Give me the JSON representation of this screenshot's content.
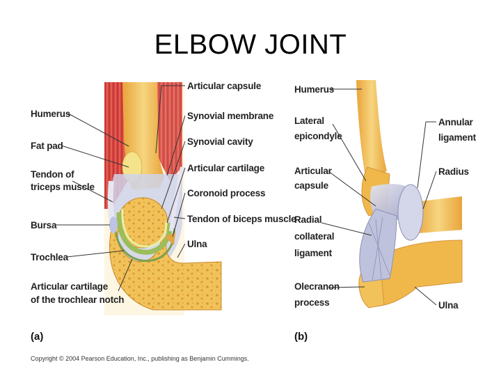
{
  "title": "ELBOW JOINT",
  "panel_a": {
    "letter": "(a)",
    "left_labels": [
      {
        "id": "humerus",
        "lines": [
          "Humerus"
        ]
      },
      {
        "id": "fat-pad",
        "lines": [
          "Fat pad"
        ]
      },
      {
        "id": "triceps-tendon",
        "lines": [
          "Tendon of",
          "triceps muscle"
        ]
      },
      {
        "id": "bursa",
        "lines": [
          "Bursa"
        ]
      },
      {
        "id": "trochlea",
        "lines": [
          "Trochlea"
        ]
      },
      {
        "id": "trochlear-cartilage",
        "lines": [
          "Articular cartilage",
          "of the trochlear notch"
        ]
      }
    ],
    "right_labels": [
      {
        "id": "articular-capsule",
        "lines": [
          "Articular capsule"
        ]
      },
      {
        "id": "synovial-membrane",
        "lines": [
          "Synovial membrane"
        ]
      },
      {
        "id": "synovial-cavity",
        "lines": [
          "Synovial cavity"
        ]
      },
      {
        "id": "articular-cartilage",
        "lines": [
          "Articular cartilage"
        ]
      },
      {
        "id": "coronoid-process",
        "lines": [
          "Coronoid process"
        ]
      },
      {
        "id": "biceps-tendon",
        "lines": [
          "Tendon of biceps muscle"
        ]
      },
      {
        "id": "ulna",
        "lines": [
          "Ulna"
        ]
      }
    ]
  },
  "panel_b": {
    "letter": "(b)",
    "left_labels": [
      {
        "id": "humerus",
        "lines": [
          "Humerus"
        ]
      },
      {
        "id": "lateral-epicondyle",
        "lines": [
          "Lateral",
          "epicondyle"
        ]
      },
      {
        "id": "articular-capsule",
        "lines": [
          "Articular",
          "capsule"
        ]
      },
      {
        "id": "radial-collateral-ligament",
        "lines": [
          "Radial",
          "collateral",
          "ligament"
        ]
      },
      {
        "id": "olecranon-process",
        "lines": [
          "Olecranon",
          "process"
        ]
      }
    ],
    "right_labels": [
      {
        "id": "annular-ligament",
        "lines": [
          "Annular",
          "ligament"
        ]
      },
      {
        "id": "radius",
        "lines": [
          "Radius"
        ]
      },
      {
        "id": "ulna",
        "lines": [
          "Ulna"
        ]
      }
    ]
  },
  "copyright": "Copyright © 2004 Pearson Education, Inc., publishing as Benjamin Cummings.",
  "colors": {
    "muscle": "#d9453f",
    "muscle_light": "#ee8a7a",
    "bone": "#f0b84a",
    "bone_light": "#f7d580",
    "cartilage": "#9bbd5a",
    "cartilage_light": "#e7f0a8",
    "ligament": "#c9cbe0",
    "ligament_dark": "#9a9cc0",
    "background_tissue": "#fdf6e3"
  }
}
